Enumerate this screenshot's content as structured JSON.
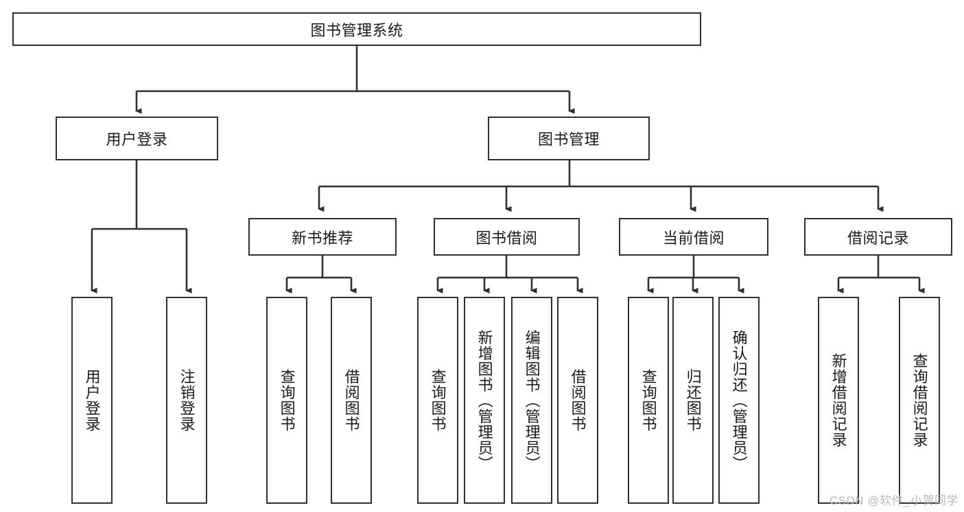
{
  "diagram": {
    "title": "图书管理系统",
    "watermark": "CSDN @软件_小贺同学",
    "colors": {
      "box_border": "#2f2f2f",
      "box_fill": "#ffffff",
      "connector": "#2f2f2f",
      "text": "#1a1a1a",
      "watermark": "#b9b9b9",
      "background": "#ffffff"
    },
    "root": {
      "label": "图书管理系统",
      "orientation": "horizontal"
    },
    "level2": [
      {
        "label": "用户登录",
        "orientation": "horizontal"
      },
      {
        "label": "图书管理",
        "orientation": "horizontal"
      }
    ],
    "level3": [
      {
        "label": "新书推荐",
        "orientation": "horizontal",
        "parent": "图书管理"
      },
      {
        "label": "图书借阅",
        "orientation": "horizontal",
        "parent": "图书管理"
      },
      {
        "label": "当前借阅",
        "orientation": "horizontal",
        "parent": "图书管理"
      },
      {
        "label": "借阅记录",
        "orientation": "horizontal",
        "parent": "图书管理"
      }
    ],
    "leaves": {
      "user_login": [
        {
          "label": "用户登录",
          "orientation": "vertical"
        },
        {
          "label": "注销登录",
          "orientation": "vertical"
        }
      ],
      "new_book_recommend": [
        {
          "label": "查询图书",
          "orientation": "vertical"
        },
        {
          "label": "借阅图书",
          "orientation": "vertical"
        }
      ],
      "book_borrow": [
        {
          "label": "查询图书",
          "orientation": "vertical"
        },
        {
          "label": "新增图书（管理员）",
          "orientation": "vertical"
        },
        {
          "label": "编辑图书（管理员）",
          "orientation": "vertical"
        },
        {
          "label": "借阅图书",
          "orientation": "vertical"
        }
      ],
      "current_borrow": [
        {
          "label": "查询图书",
          "orientation": "vertical"
        },
        {
          "label": "归还图书",
          "orientation": "vertical"
        },
        {
          "label": "确认归还（管理员）",
          "orientation": "vertical"
        }
      ],
      "borrow_record": [
        {
          "label": "新增借阅记录",
          "orientation": "vertical"
        },
        {
          "label": "查询借阅记录",
          "orientation": "vertical"
        }
      ]
    }
  }
}
